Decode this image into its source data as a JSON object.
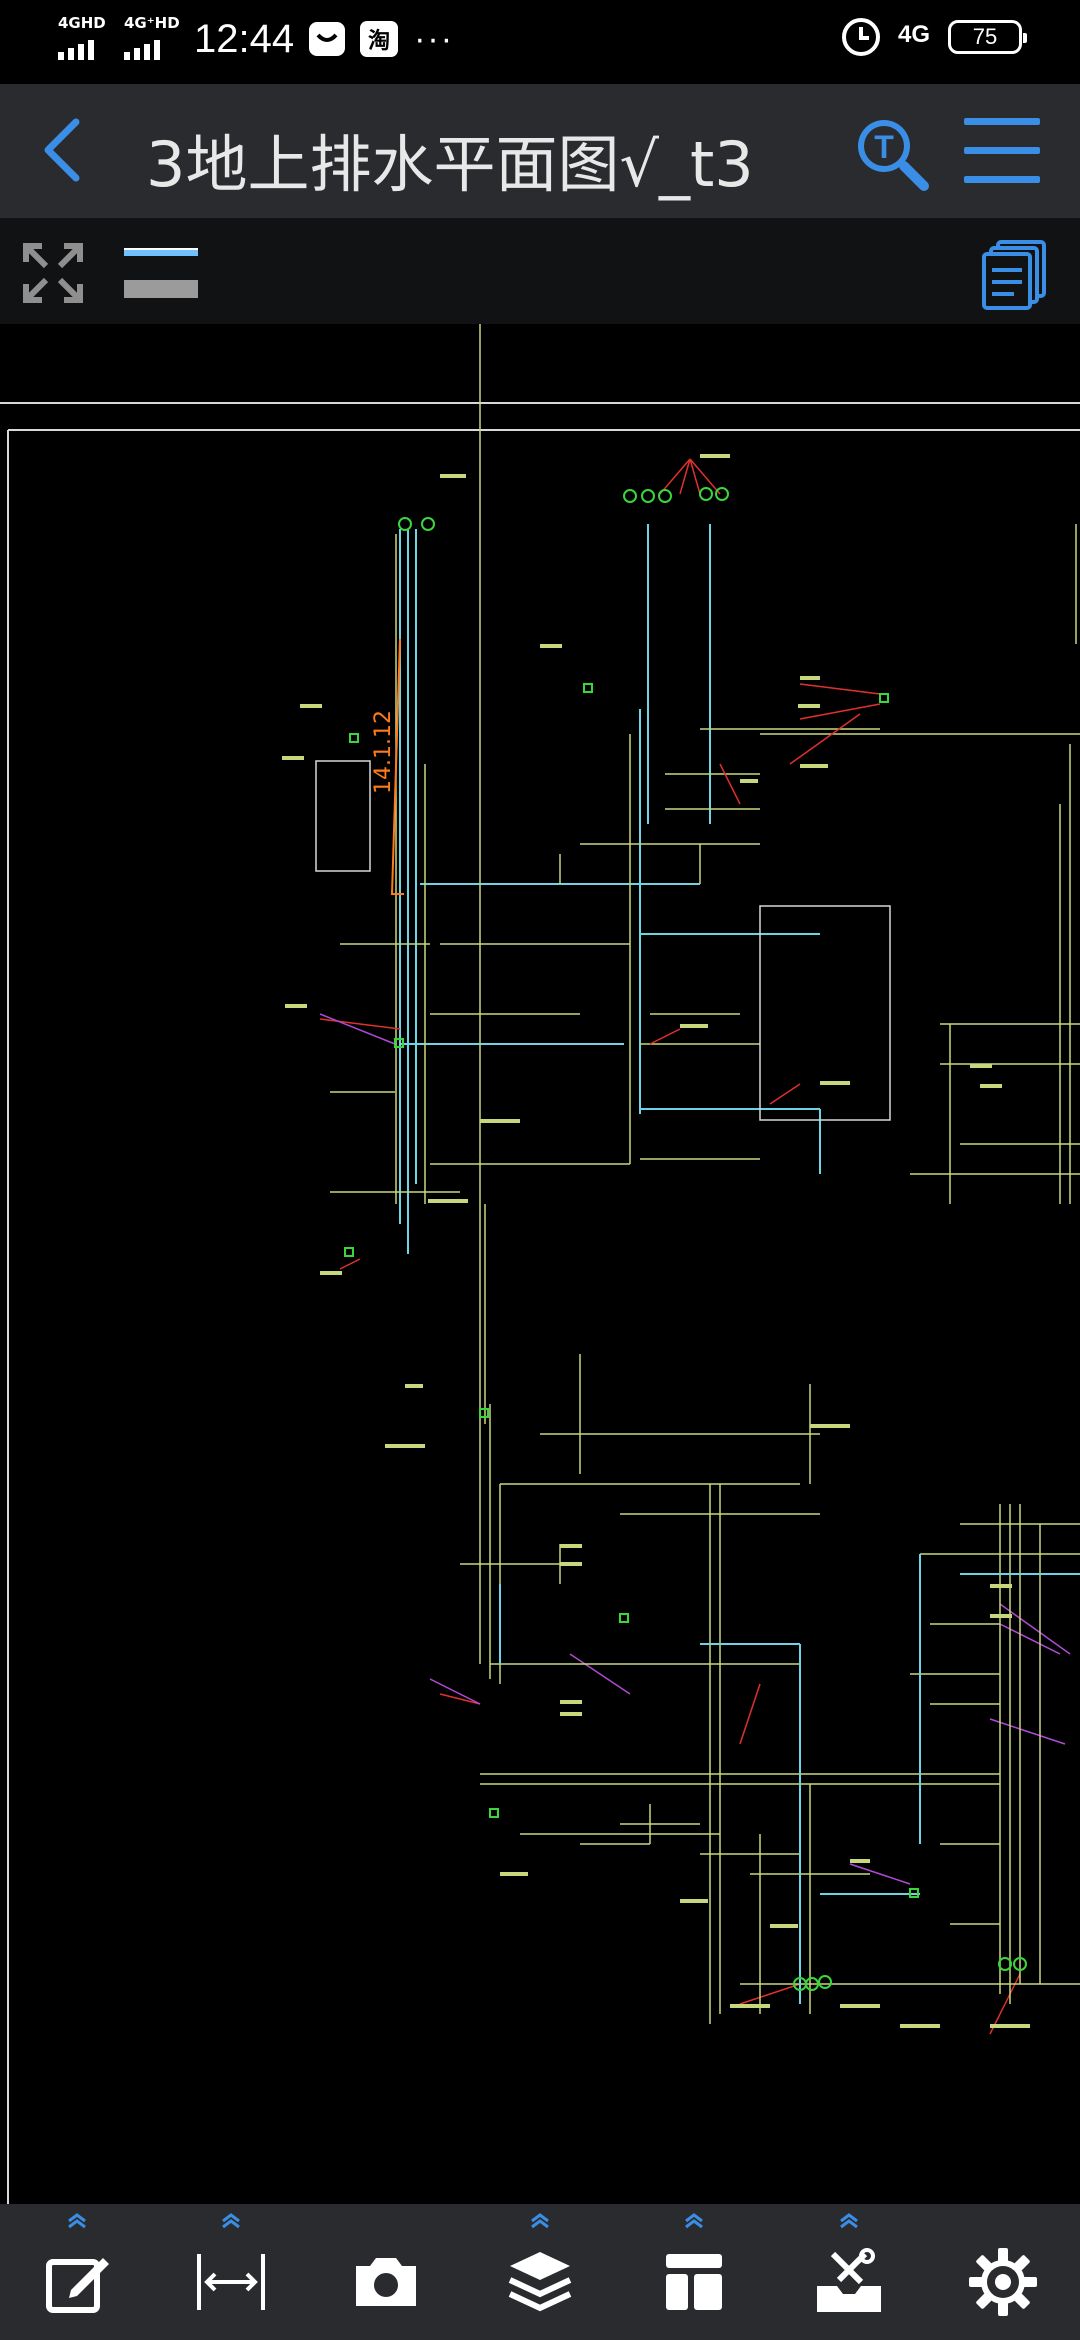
{
  "status_bar": {
    "signal1_label": "4GHD",
    "signal2_label": "4G⁺HD",
    "time": "12:44",
    "taobao_label": "淘",
    "more": "···",
    "network": "4G",
    "battery": "75"
  },
  "header": {
    "title": "3地上排水平面图√_t3"
  },
  "drawing": {
    "annotation": "14.1.12"
  },
  "colors": {
    "accent": "#3a8ee6",
    "topbar_bg": "#2a2b2e",
    "toolbar_bg": "#111214",
    "canvas_bg": "#000000"
  },
  "bottom_bar": {
    "items": [
      {
        "icon": "edit-icon"
      },
      {
        "icon": "measure-icon"
      },
      {
        "icon": "camera-icon"
      },
      {
        "icon": "layers-icon"
      },
      {
        "icon": "layout-icon"
      },
      {
        "icon": "tools-icon"
      },
      {
        "icon": "settings-icon"
      }
    ]
  }
}
